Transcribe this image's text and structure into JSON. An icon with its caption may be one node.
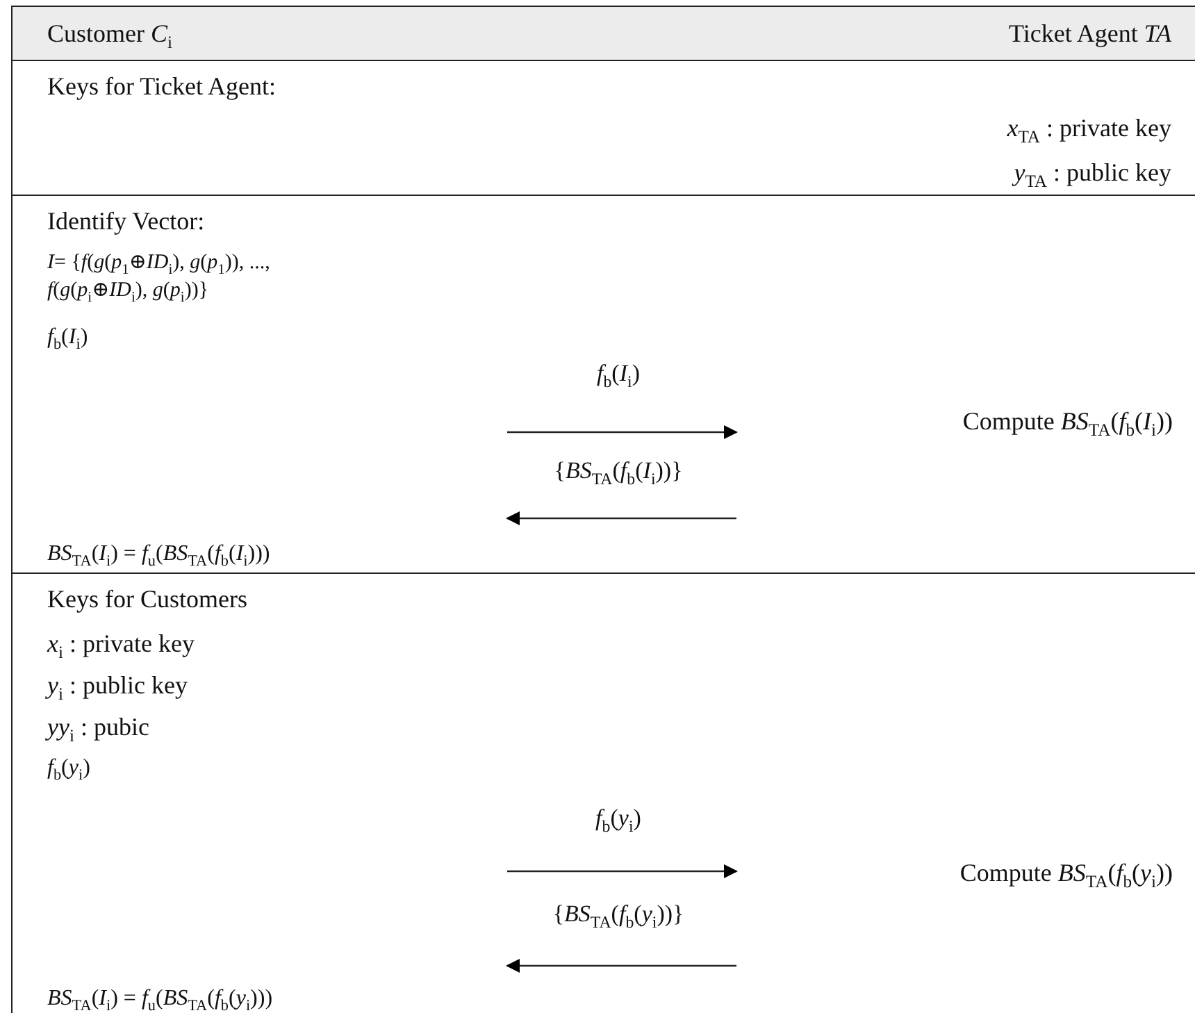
{
  "diagram": {
    "nodes": [
      {
        "text": [
          "Customer *C*$_{i}$",
          "Ticket Agent *TA*"
        ]
      },
      {
        "text": [
          "Keys for Ticket Agent:",
          "*x*$_{TA}$ : private key",
          "*y*$_{TA}$ : public key"
        ]
      },
      {
        "text": [
          "Identify Vector:",
          "*I*= {*f*(*g*(*p*$_{1}$⊕*ID*$_{i}$), *g*(*p*$_{1}$)), ..., *f*(*g*(*p*$_{i}$⊕*ID*$_{i}$), *g*(*p*$_{i}$))}",
          "*f*$_{b}$(*I*$_{i}$)",
          "*BS*$_{TA}$(*I*$_{i}$) = *f*$_{u}$(*BS*$_{TA}$(*f*$_{b}$(*I*$_{i}$)))"
        ]
      },
      {
        "text": [
          "Compute *BS*$_{TA}$(*f*$_{b}$(*I*$_{i}$))"
        ],
        "in": 2
      },
      {
        "text": [
          "Keys for Customers",
          "*x*$_{i}$ : private key",
          "*y*$_{i}$ : public key",
          "*yy*$_{i}$ : pubic",
          "*f*$_{b}$(*y*$_{i}$)",
          "*BS*$_{TA}$(*I*$_{i}$) = *f*$_{u}$(*BS*$_{TA}$(*f*$_{b}$(*y*$_{i}$)))"
        ]
      },
      {
        "text": [
          "Compute *BS*$_{TA}$(*f*$_{b}$(*y*$_{i}$))"
        ],
        "in": 4
      }
    ],
    "labels": [
      "*f*$_{b}$(*I*$_{i}$)",
      "{*BS*$_{TA}$(*f*$_{b}$(*I*$_{i}$))}",
      "*f*$_{b}$(*y*$_{i}$)",
      "{*BS*$_{TA}$(*f*$_{b}$(*y*$_{i}$))}"
    ]
  }
}
